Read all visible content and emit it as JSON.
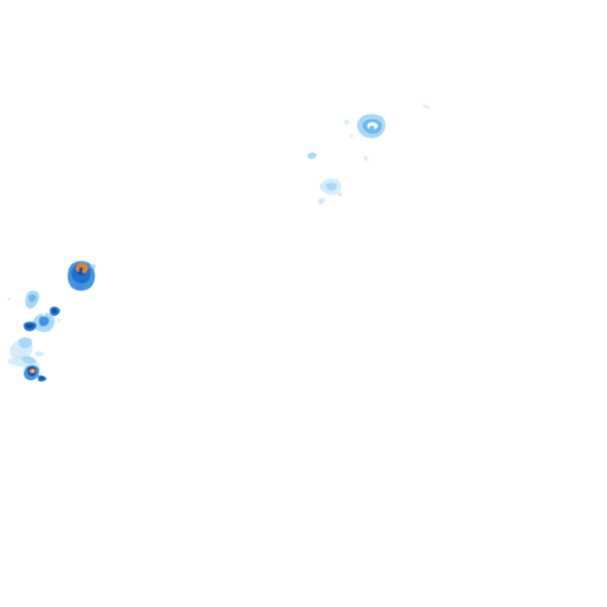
{
  "layer": {
    "kind": "precipitation-radar-overlay",
    "background": "#ffffff"
  },
  "intensity_palette": {
    "very_light": "#cfe9fb",
    "light": "#a6d6f6",
    "moderate_light": "#6cb8ef",
    "moderate": "#3a8fe0",
    "heavy": "#1f6fc9",
    "very_heavy": "#0d4fa3",
    "extreme": "#f08c00",
    "extreme_core": "#e85d00"
  },
  "echo_clusters": [
    {
      "id": "north-east-cell",
      "level": "light"
    },
    {
      "id": "north-east-fragments",
      "level": "very_light"
    },
    {
      "id": "central-north-cell",
      "level": "very_light"
    },
    {
      "id": "west-strong-cell",
      "level": "extreme"
    },
    {
      "id": "west-band-upper",
      "level": "heavy"
    },
    {
      "id": "west-band-lower",
      "level": "heavy"
    },
    {
      "id": "west-small-core",
      "level": "extreme"
    }
  ]
}
